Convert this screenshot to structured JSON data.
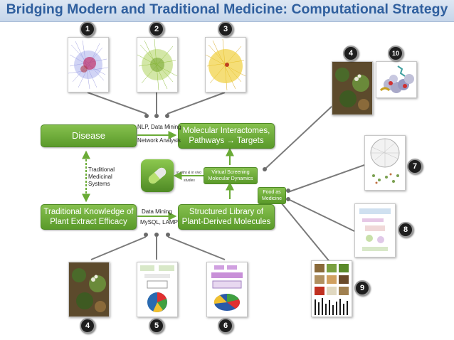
{
  "title": "Bridging Modern and Traditional Medicine: Computational Strategy",
  "boxes": {
    "disease": "Disease",
    "interactomes_line1": "Molecular Interactomes,",
    "interactomes_line2": "Pathways → Targets",
    "traditional_line1": "Traditional Knowledge of",
    "traditional_line2": "Plant Extract Efficacy",
    "library_line1": "Structured Library of",
    "library_line2": "Plant-Derived Molecules",
    "screening_line1": "Virtual  Screening",
    "screening_line2": "Molecular Dynamics",
    "food_line1": "Food as",
    "food_line2": "Medicine"
  },
  "labels": {
    "nlp_line1": "NLP, Data Mining",
    "nlp_line2": "Network Analysis",
    "tms_line1": "Traditional",
    "tms_line2": "Medicinal",
    "tms_line3": "Systems",
    "dm_line1": "Data Mining",
    "dm_line2": "MySQL, LAMP",
    "invitro_line1": "in vitro & in vivo",
    "invitro_line2": "studies"
  },
  "badges": {
    "top_1": "1",
    "top_2": "2",
    "top_3": "3",
    "right_4": "4",
    "right_10": "10",
    "right_7": "7",
    "right_8": "8",
    "right_9": "9",
    "bottom_4": "4",
    "bottom_5": "5",
    "bottom_6": "6"
  },
  "icons": {
    "capsule": "capsule-pill-icon"
  },
  "colors": {
    "title": "#2f5f9e",
    "box_green": "#6aab36",
    "connector": "#7a7a7a"
  }
}
